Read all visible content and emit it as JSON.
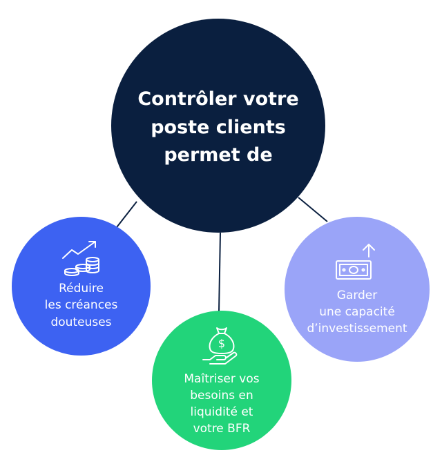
{
  "center": {
    "title": "Contrôler votre\nposte clients\npermet de",
    "color": "#0a1f3f"
  },
  "nodes": [
    {
      "label": "Réduire\nles créances\ndouteuses",
      "icon": "growth-coins-icon",
      "color": "#3d62f2"
    },
    {
      "label": "Maîtriser vos\nbesoins en\nliquidité et\nvotre BFR",
      "icon": "money-bag-hand-icon",
      "color": "#22d47a"
    },
    {
      "label": "Garder\nune capacité\nd’investissement",
      "icon": "banknote-arrow-up-icon",
      "color": "#9aa4f8"
    }
  ],
  "connector_color": "#0a1f3f"
}
